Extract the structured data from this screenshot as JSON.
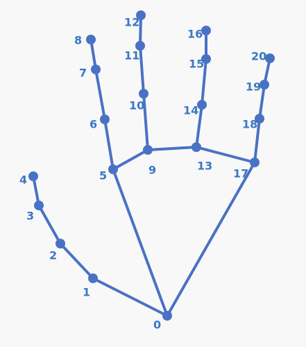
{
  "colors": {
    "background": "#f8f8f8",
    "bone": "#4a72c4",
    "joint": "#4a72c4",
    "label": "#3a78c2"
  },
  "landmarks": [
    {
      "id": 0,
      "label": "0"
    },
    {
      "id": 1,
      "label": "1"
    },
    {
      "id": 2,
      "label": "2"
    },
    {
      "id": 3,
      "label": "3"
    },
    {
      "id": 4,
      "label": "4"
    },
    {
      "id": 5,
      "label": "5"
    },
    {
      "id": 6,
      "label": "6"
    },
    {
      "id": 7,
      "label": "7"
    },
    {
      "id": 8,
      "label": "8"
    },
    {
      "id": 9,
      "label": "9"
    },
    {
      "id": 10,
      "label": "10"
    },
    {
      "id": 11,
      "label": "11"
    },
    {
      "id": 12,
      "label": "12"
    },
    {
      "id": 13,
      "label": "13"
    },
    {
      "id": 14,
      "label": "14"
    },
    {
      "id": 15,
      "label": "15"
    },
    {
      "id": 16,
      "label": "16"
    },
    {
      "id": 17,
      "label": "17"
    },
    {
      "id": 18,
      "label": "18"
    },
    {
      "id": 19,
      "label": "19"
    },
    {
      "id": 20,
      "label": "20"
    }
  ],
  "connections": [
    [
      0,
      1
    ],
    [
      1,
      2
    ],
    [
      2,
      3
    ],
    [
      3,
      4
    ],
    [
      0,
      5
    ],
    [
      5,
      6
    ],
    [
      6,
      7
    ],
    [
      7,
      8
    ],
    [
      5,
      9
    ],
    [
      9,
      10
    ],
    [
      10,
      11
    ],
    [
      11,
      12
    ],
    [
      9,
      13
    ],
    [
      13,
      14
    ],
    [
      14,
      15
    ],
    [
      15,
      16
    ],
    [
      13,
      17
    ],
    [
      17,
      18
    ],
    [
      18,
      19
    ],
    [
      19,
      20
    ],
    [
      0,
      17
    ]
  ]
}
